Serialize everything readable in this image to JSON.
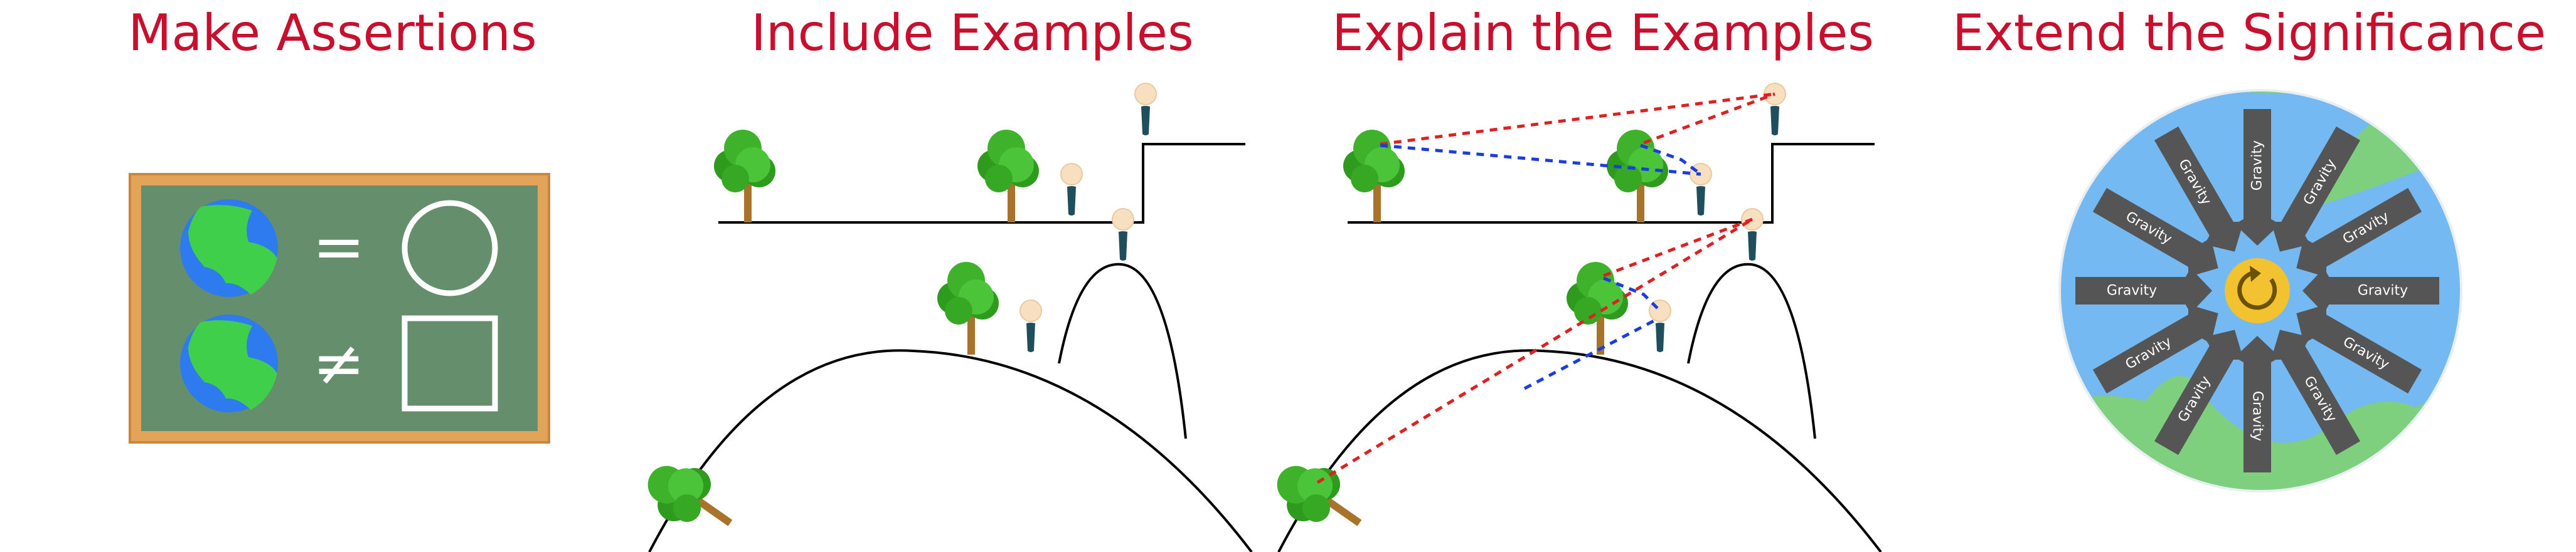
{
  "panels": [
    {
      "title": "Make Assertions"
    },
    {
      "title": "Include Examples"
    },
    {
      "title": "Explain the Examples"
    },
    {
      "title": "Extend the Significance"
    }
  ],
  "chalkboard": {
    "equals_symbol": "=",
    "not_equals_symbol": "≠"
  },
  "gravity": {
    "arrow_label": "Gravity",
    "arrow_count": 12
  },
  "colors": {
    "title": "#c8102e",
    "board_green": "#658e6c",
    "board_frame": "#e3a45a",
    "ocean_blue": "#74b9f2",
    "land_green": "#7ecf7e",
    "arrow_grey": "#555555",
    "core_yellow": "#f2c230",
    "tree_green": "#3ea92a",
    "trunk_brown": "#a8742c",
    "person_head": "#f7dfbf",
    "person_body": "#1f4e5c",
    "dash_red": "#e02020",
    "dash_blue": "#1a3de0"
  }
}
